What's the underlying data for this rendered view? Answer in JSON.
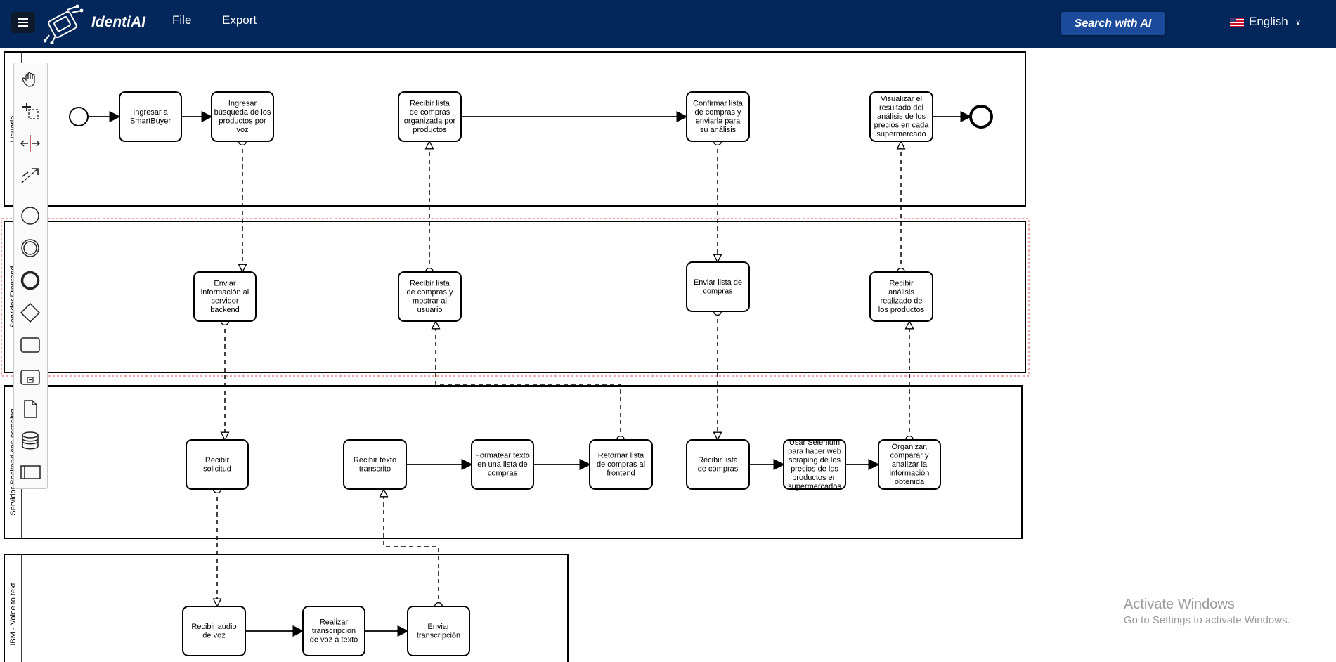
{
  "app": {
    "brand": "IdentiAI",
    "menu": [
      "File",
      "Export"
    ],
    "search_button": "Search with AI",
    "language": "English"
  },
  "icons": {
    "menu": "hamburger-icon",
    "logo": "circuit-logo-icon",
    "flag": "us-flag-icon",
    "dropdown": "chevron-down-icon",
    "tools": [
      "hand-tool-icon",
      "lasso-tool-icon",
      "space-tool-icon",
      "global-connect-icon",
      "start-event-icon",
      "intermediate-event-icon",
      "end-event-icon",
      "gateway-icon",
      "task-icon",
      "subprocess-icon",
      "data-object-icon",
      "data-store-icon",
      "pool-icon"
    ]
  },
  "diagram": {
    "lanes": [
      {
        "id": "usuario",
        "label": "Usuario"
      },
      {
        "id": "frontend",
        "label": "Servidor Frontend"
      },
      {
        "id": "backend",
        "label": "Servidor Backend con scraping"
      },
      {
        "id": "ibm",
        "label": "IBM - Voice to text"
      }
    ],
    "tasks": [
      {
        "id": "t1",
        "lane": "usuario",
        "label": "Ingresar a SmartBuyer"
      },
      {
        "id": "t2",
        "lane": "usuario",
        "label": "Ingresar búsqueda de los productos por voz"
      },
      {
        "id": "t3",
        "lane": "usuario",
        "label": "Recibir lista de compras organizada por productos"
      },
      {
        "id": "t4",
        "lane": "usuario",
        "label": "Confirmar lista de compras y enviarla para su análisis"
      },
      {
        "id": "t5",
        "lane": "usuario",
        "label": "Visualizar el resultado del análisis de los precios en cada supermercado"
      },
      {
        "id": "f1",
        "lane": "frontend",
        "label": "Enviar información al servidor backend"
      },
      {
        "id": "f2",
        "lane": "frontend",
        "label": "Recibir lista de compras y mostrar al usuario"
      },
      {
        "id": "f3",
        "lane": "frontend",
        "label": "Enviar lista de compras"
      },
      {
        "id": "f4",
        "lane": "frontend",
        "label": "Recibir análisis realizado de los productos"
      },
      {
        "id": "b1",
        "lane": "backend",
        "label": "Recibir solicitud"
      },
      {
        "id": "b2",
        "lane": "backend",
        "label": "Recibir texto transcrito"
      },
      {
        "id": "b3",
        "lane": "backend",
        "label": "Formatear texto en una lista de compras"
      },
      {
        "id": "b4",
        "lane": "backend",
        "label": "Retornar lista de compras al frontend"
      },
      {
        "id": "b5",
        "lane": "backend",
        "label": "Recibir lista de compras"
      },
      {
        "id": "b6",
        "lane": "backend",
        "label": "Usar Selenium para hacer web scraping de los precios de los productos en supermercados"
      },
      {
        "id": "b7",
        "lane": "backend",
        "label": "Organizar, comparar y analizar la información obtenida"
      },
      {
        "id": "i1",
        "lane": "ibm",
        "label": "Recibir audio de voz"
      },
      {
        "id": "i2",
        "lane": "ibm",
        "label": "Realizar transcripción de voz a texto"
      },
      {
        "id": "i3",
        "lane": "ibm",
        "label": "Enviar transcripción"
      }
    ],
    "sequence_flows": [
      [
        "start",
        "t1"
      ],
      [
        "t1",
        "t2"
      ],
      [
        "t3",
        "t4"
      ],
      [
        "t5",
        "end"
      ],
      [
        "b2",
        "b3"
      ],
      [
        "b3",
        "b4"
      ],
      [
        "b5",
        "b6"
      ],
      [
        "b6",
        "b7"
      ],
      [
        "i1",
        "i2"
      ],
      [
        "i2",
        "i3"
      ]
    ],
    "message_flows": [
      [
        "t2",
        "f1"
      ],
      [
        "f1",
        "b1"
      ],
      [
        "b1",
        "i1"
      ],
      [
        "i3",
        "b2"
      ],
      [
        "b4",
        "f2"
      ],
      [
        "f2",
        "t3"
      ],
      [
        "t4",
        "f3"
      ],
      [
        "f3",
        "b5"
      ],
      [
        "b7",
        "f4"
      ],
      [
        "f4",
        "t5"
      ]
    ]
  },
  "watermark": {
    "title": "Activate Windows",
    "subtitle": "Go to Settings to activate Windows."
  }
}
